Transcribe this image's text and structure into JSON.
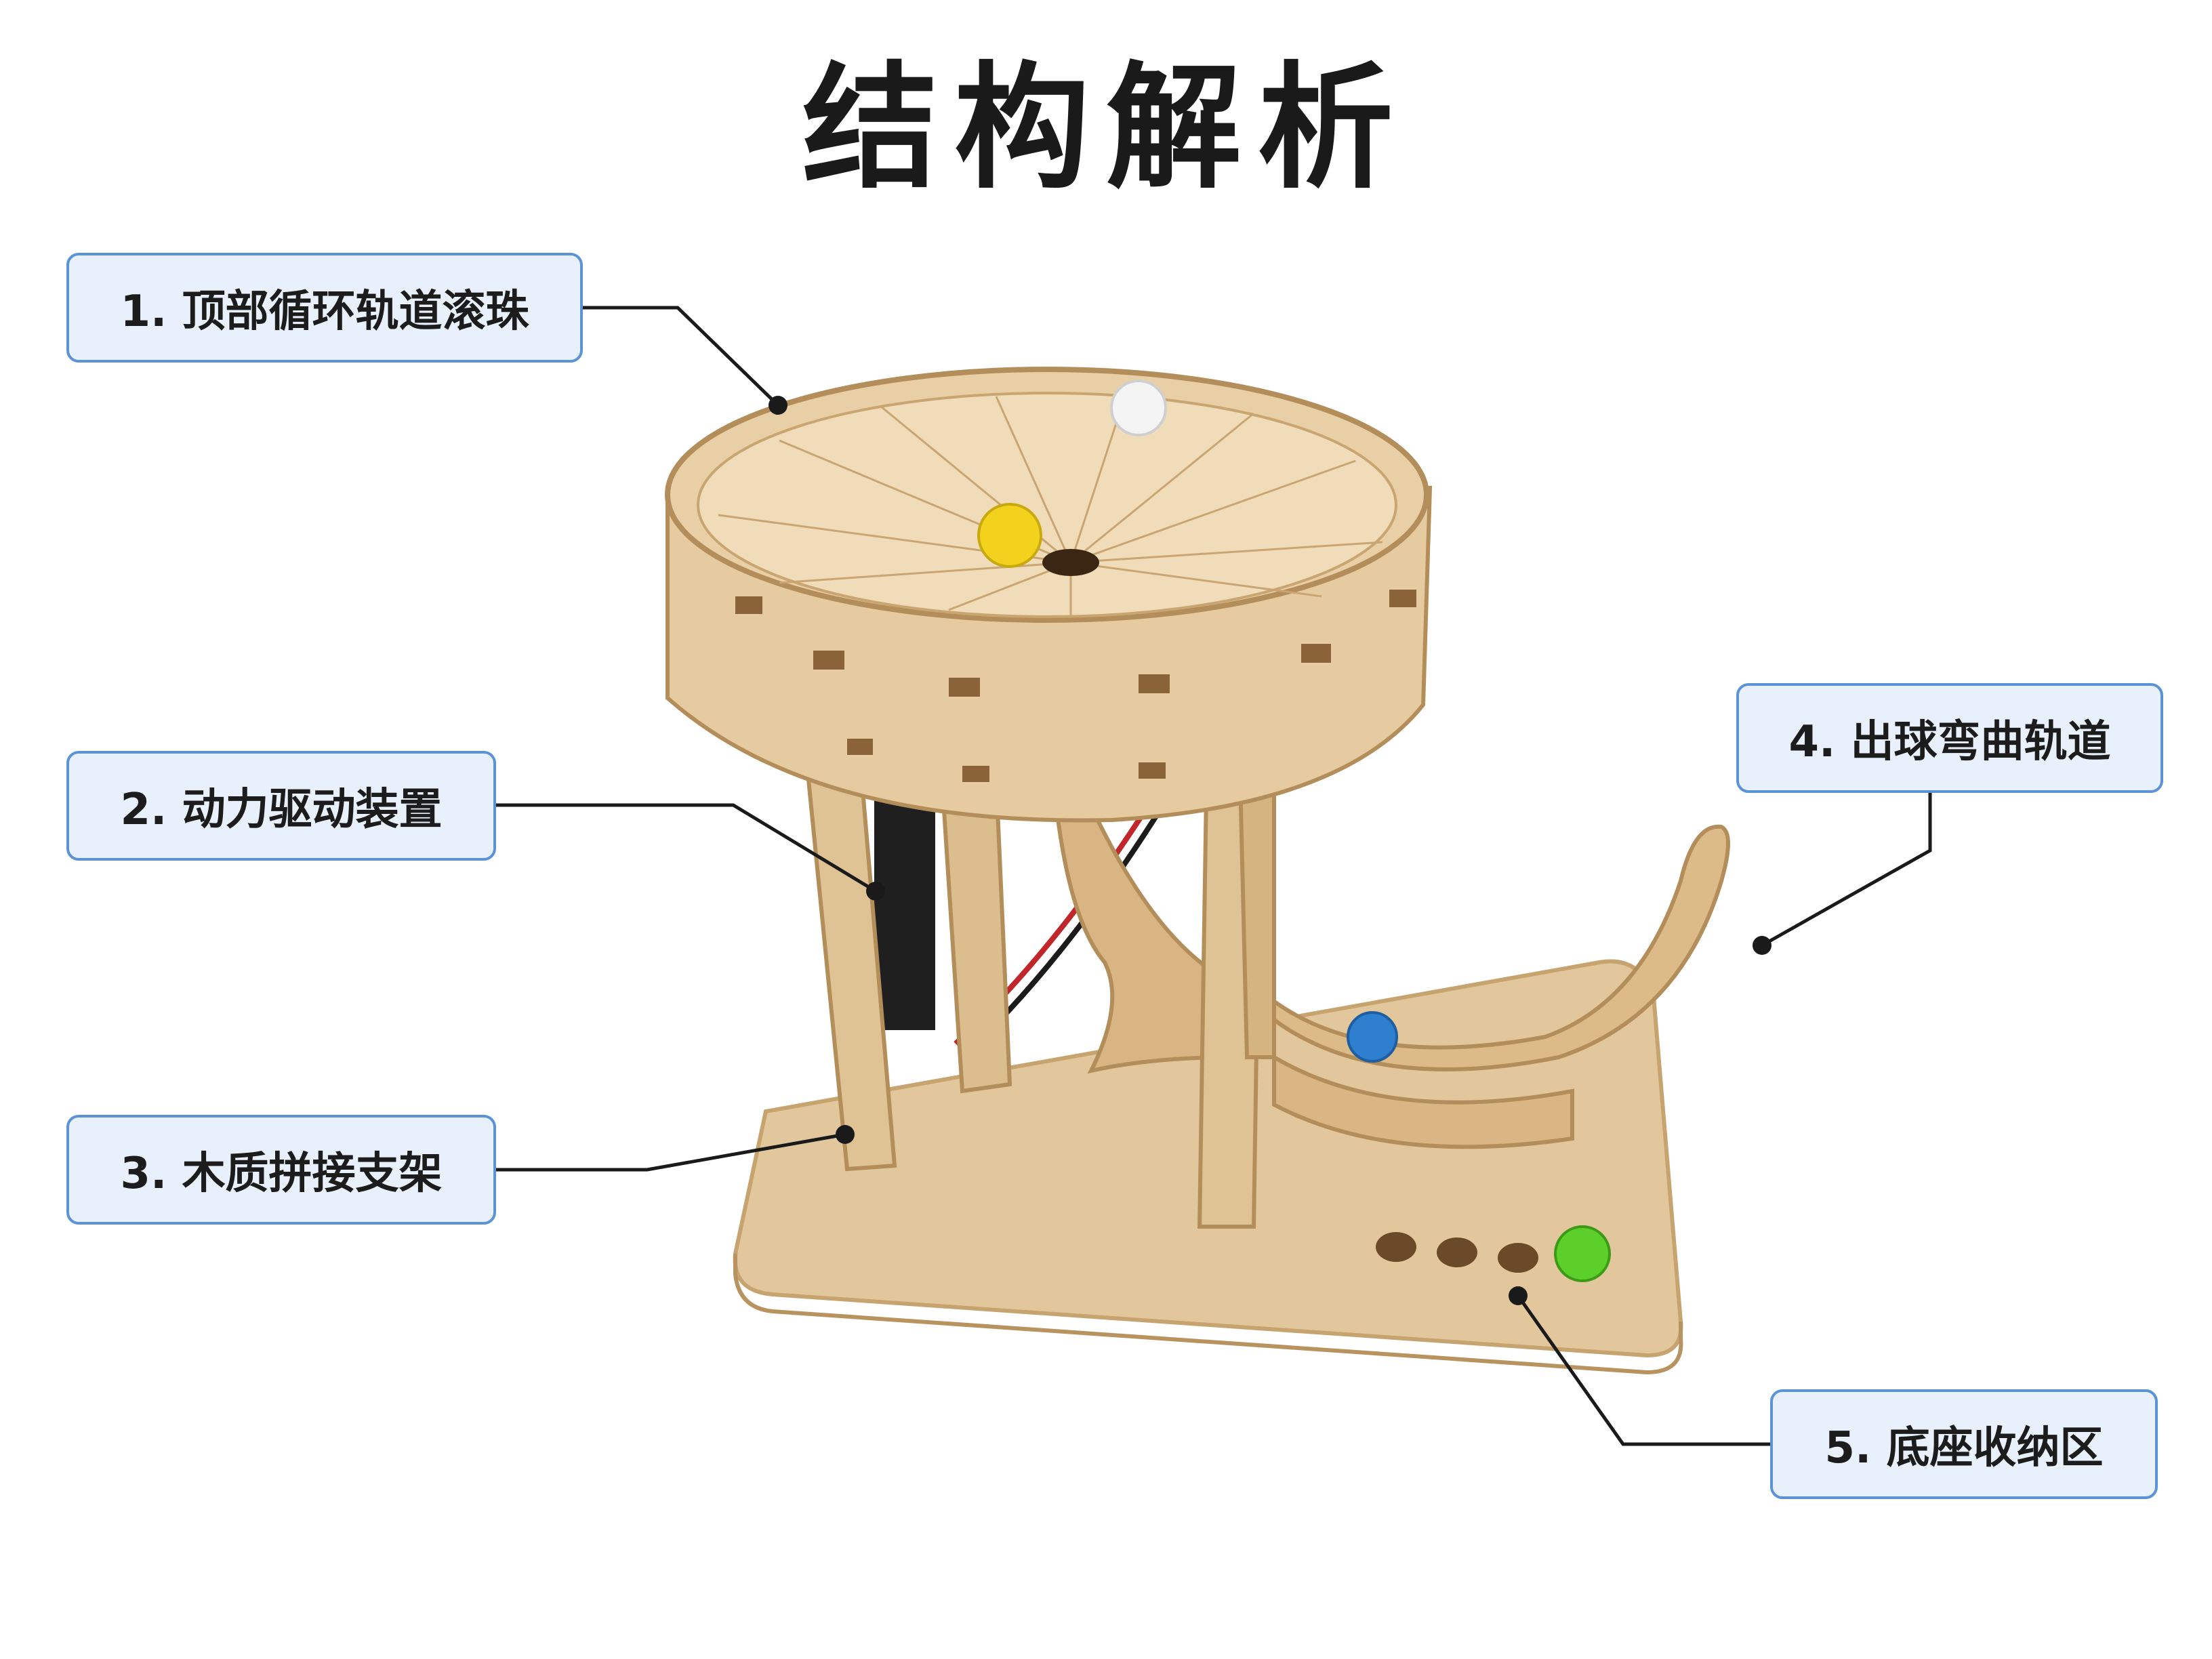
{
  "title": "结构解析",
  "callouts": [
    {
      "label": "1. 顶部循环轨道滚珠"
    },
    {
      "label": "2. 动力驱动装置"
    },
    {
      "label": "3. 木质拼接支架"
    },
    {
      "label": "4. 出球弯曲轨道"
    },
    {
      "label": "5. 底座收纳区"
    }
  ],
  "colors": {
    "callout_bg": "#e8f1fb",
    "callout_border": "#5b93d6",
    "wood": "#e2c69b",
    "wood_dark": "#c9a572",
    "marble_white": "#f4f4f4",
    "marble_yellow": "#f2d21c",
    "marble_blue": "#2f7fd0",
    "marble_green": "#5ccf2a"
  }
}
